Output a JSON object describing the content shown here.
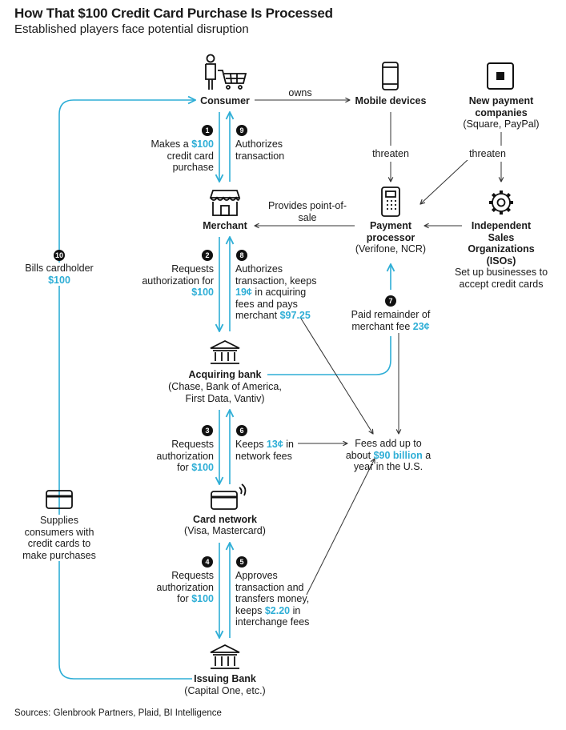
{
  "title": "How That $100 Credit Card Purchase Is Processed",
  "subtitle": "Established players face potential disruption",
  "nodes": {
    "consumer": "Consumer",
    "mobile": "Mobile devices",
    "newpay": "New payment companies",
    "newpay_sub": "(Square, PayPal)",
    "merchant": "Merchant",
    "processor": "Payment processor",
    "processor_sub": "(Verifone, NCR)",
    "iso": "Independent Sales Organizations (ISOs)",
    "iso_desc": "Set up businesses to accept credit cards",
    "acquiring": "Acquiring bank",
    "acquiring_sub": "(Chase, Bank of America, First Data, Vantiv)",
    "network": "Card network",
    "network_sub": "(Visa, Mastercard)",
    "issuing": "Issuing Bank",
    "issuing_sub": "(Capital One, etc.)"
  },
  "edges": {
    "owns": "owns",
    "threaten1": "threaten",
    "threaten2": "threaten",
    "provides": "Provides point-of-sale"
  },
  "steps": {
    "s1_num": "1",
    "s1_a": "Makes a ",
    "s1_amt": "$100",
    "s1_b": "credit card purchase",
    "s9_num": "9",
    "s9": "Authorizes transaction",
    "s2_num": "2",
    "s2": "Requests authorization for",
    "s2_amt": "$100",
    "s8_num": "8",
    "s8_a": "Authorizes transaction, keeps",
    "s8_amt1": "19¢",
    "s8_b": " in acquiring fees and pays merchant ",
    "s8_amt2": "$97.25",
    "s7_num": "7",
    "s7_a": "Paid remainder of merchant fee ",
    "s7_amt": "23¢",
    "s3_num": "3",
    "s3_a": "Requests authorization",
    "s3_b": "for ",
    "s3_amt": "$100",
    "s6_num": "6",
    "s6_a": "Keeps ",
    "s6_amt": "13¢",
    "s6_b": " in network fees",
    "s4_num": "4",
    "s4_a": "Requests authorization",
    "s4_b": "for ",
    "s4_amt": "$100",
    "s5_num": "5",
    "s5_a": "Approves transaction and transfers money, keeps ",
    "s5_amt": "$2.20",
    "s5_b": " in interchange fees",
    "s10_num": "10",
    "s10": "Bills cardholder",
    "s10_amt": "$100",
    "supplies": "Supplies consumers with credit cards to make purchases"
  },
  "fees": {
    "a": "Fees add up to about ",
    "amt": "$90 billion",
    "b": " a year in the U.S."
  },
  "source": "Sources: Glenbrook Partners, Plaid, BI Intelligence",
  "colors": {
    "accent": "#2eaed6",
    "ink": "#1a1a1a"
  }
}
